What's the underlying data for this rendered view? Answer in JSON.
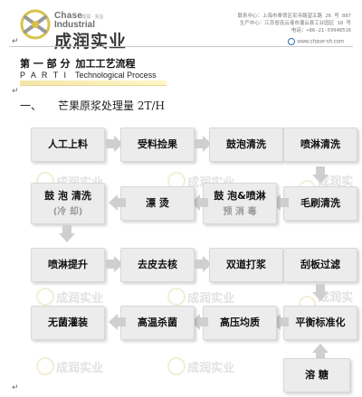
{
  "header": {
    "logo_en_line1": "Chase",
    "logo_en_line2": "Industrial",
    "logo_cn": "成润实业",
    "logo_small": "成润 · 实业",
    "address_lines": [
      "联系中心：上海市奉贤区宏寺路望五路 26 号 807",
      "生产中心：江苏省连云港市灌云县工业园区 18 号",
      "电话：+86-21-59948516"
    ],
    "website": "www.chase-sh.com"
  },
  "section": {
    "title_part": "第 一 部 分",
    "title_cn": "加工工艺流程",
    "subtitle_part": "P A R T   I",
    "subtitle_en": "Technological Process"
  },
  "heading": {
    "number": "一、",
    "text": "芒果原浆处理量 2T/H"
  },
  "flow": {
    "steps": [
      {
        "label": "人工上料",
        "sub": ""
      },
      {
        "label": "受料捡果",
        "sub": ""
      },
      {
        "label": "鼓泡清洗",
        "sub": ""
      },
      {
        "label": "喷淋清洗",
        "sub": ""
      },
      {
        "label": "毛刷清洗",
        "sub": ""
      },
      {
        "label": "鼓 泡&喷淋",
        "sub": "预 消 毒"
      },
      {
        "label": "漂  烫",
        "sub": ""
      },
      {
        "label": "鼓 泡 清洗",
        "sub": "(冷 却)"
      },
      {
        "label": "喷淋提升",
        "sub": ""
      },
      {
        "label": "去皮去核",
        "sub": ""
      },
      {
        "label": "双道打浆",
        "sub": ""
      },
      {
        "label": "刮板过滤",
        "sub": ""
      },
      {
        "label": "平衡标准化",
        "sub": ""
      },
      {
        "label": "高压均质",
        "sub": ""
      },
      {
        "label": "高温杀菌",
        "sub": ""
      },
      {
        "label": "无菌灌装",
        "sub": ""
      },
      {
        "label": "溶  糖",
        "sub": ""
      }
    ]
  },
  "watermark": {
    "text": "成润实业"
  },
  "paragraph_mark": "↵"
}
